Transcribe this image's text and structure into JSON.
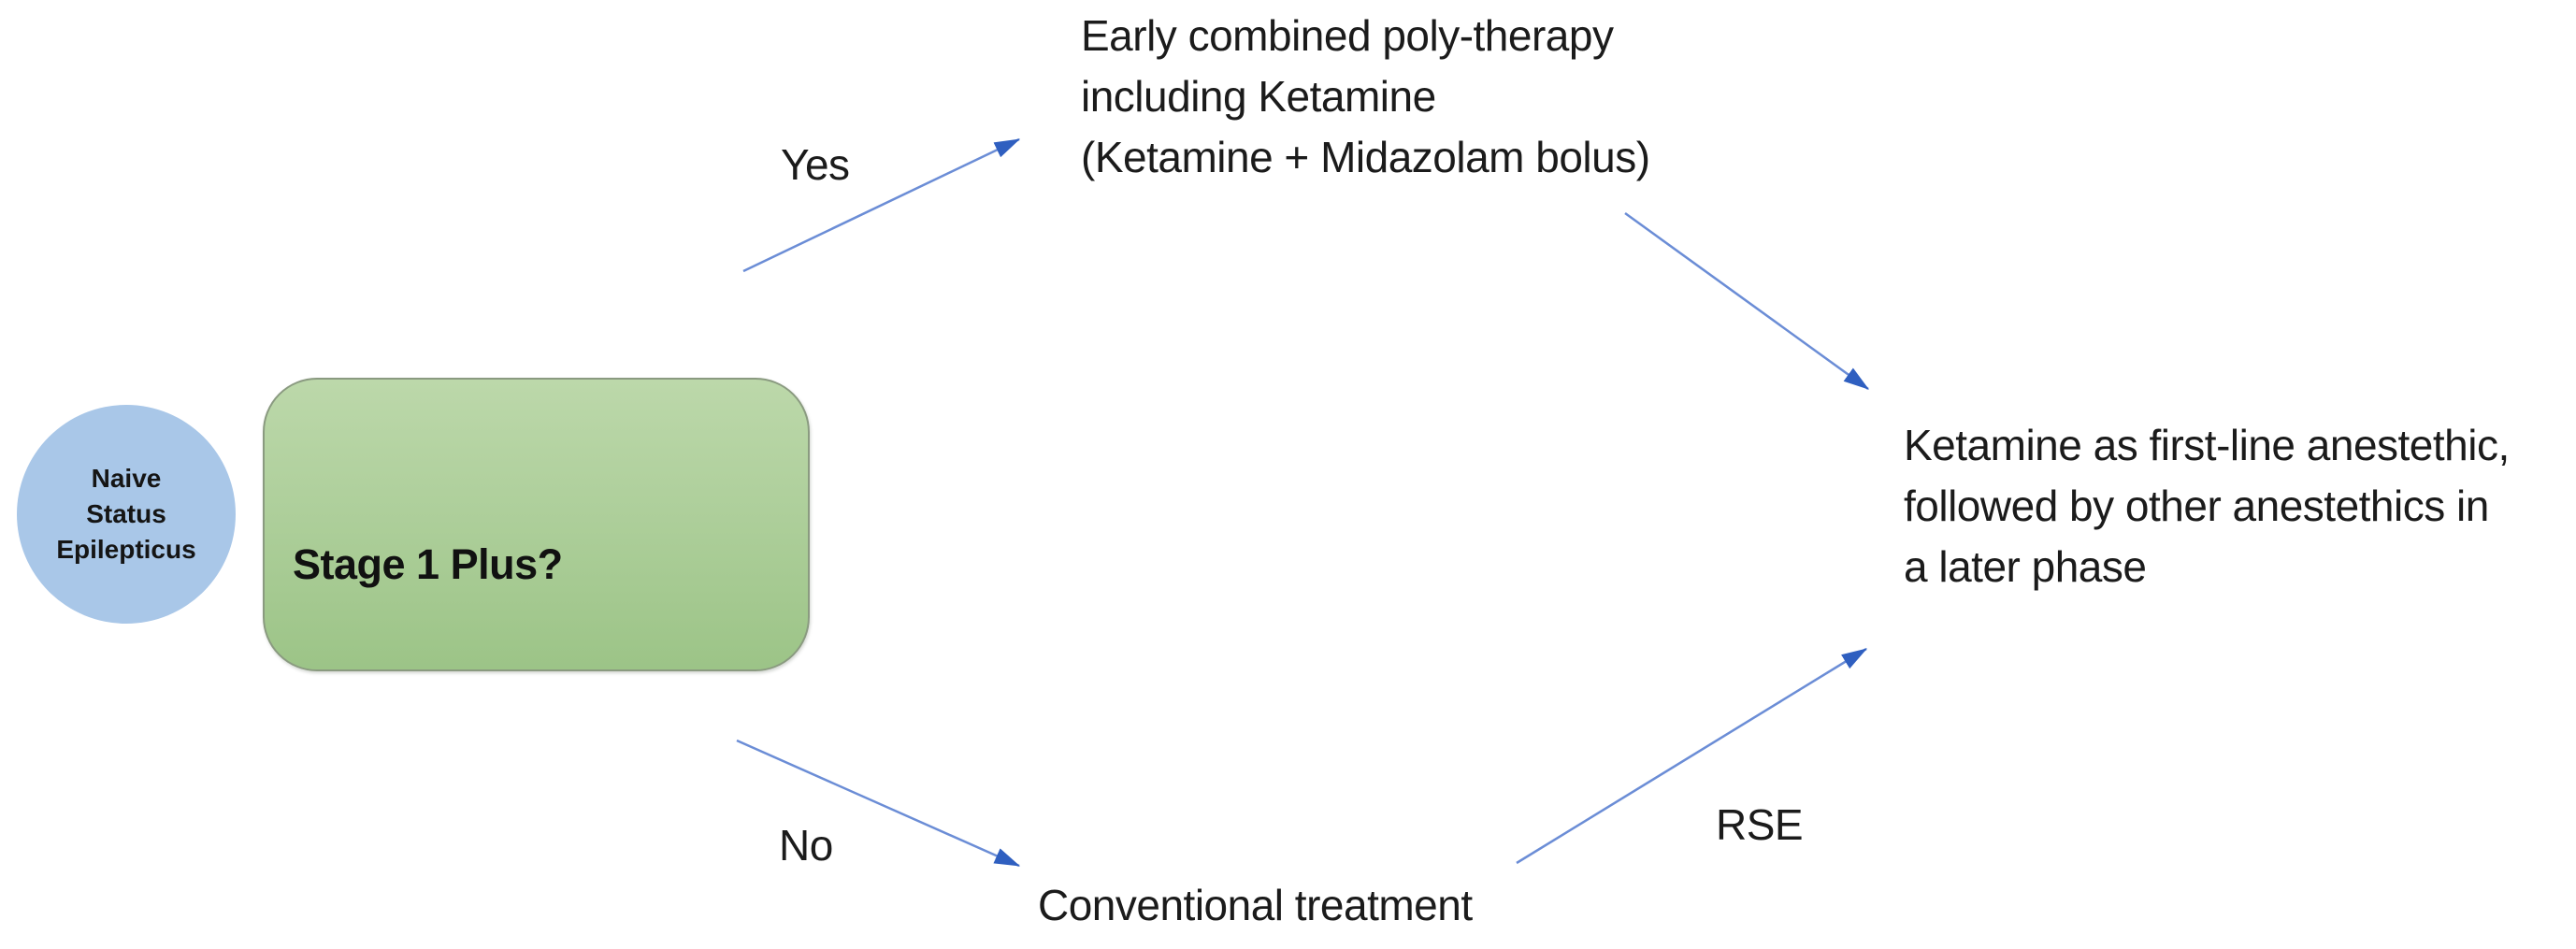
{
  "diagram": {
    "start_node": {
      "lines": [
        "Naive",
        "Status",
        "Epilepticus"
      ],
      "fill_color": "#A9C7E8"
    },
    "decision_node": {
      "label": "Stage 1 Plus?",
      "fill_top_color": "#BCD8AA",
      "fill_bottom_color": "#9CC487",
      "border_color": "#8A9A80"
    },
    "branch_labels": {
      "yes": "Yes",
      "no": "No",
      "rse": "RSE"
    },
    "outcomes": {
      "poly_therapy": {
        "lines": [
          "Early combined poly-therapy",
          "including Ketamine",
          "(Ketamine + Midazolam bolus)"
        ]
      },
      "conventional": {
        "label": "Conventional treatment"
      },
      "ketamine_first_line": {
        "lines": [
          "Ketamine as first-line anestethic,",
          "followed by other anestethics in",
          "a later phase"
        ]
      }
    },
    "colors": {
      "arrow_line": "#6B8DD6",
      "arrow_head": "#2F5FC0",
      "text": "#1B1B1B",
      "background": "#FFFFFF"
    }
  }
}
